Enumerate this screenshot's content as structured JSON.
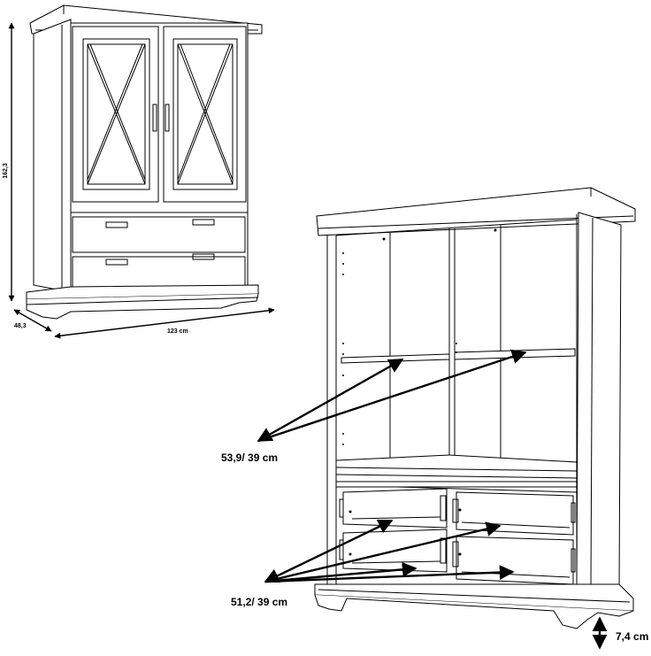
{
  "dimensions": {
    "height": "162,3",
    "depth": "48,3",
    "width": "123 cm",
    "shelf_size": "53,9/ 39 cm",
    "drawer_size": "51,2/ 39 cm",
    "leg_height": "7,4 cm"
  },
  "colors": {
    "line": "#000000",
    "background": "#ffffff"
  }
}
